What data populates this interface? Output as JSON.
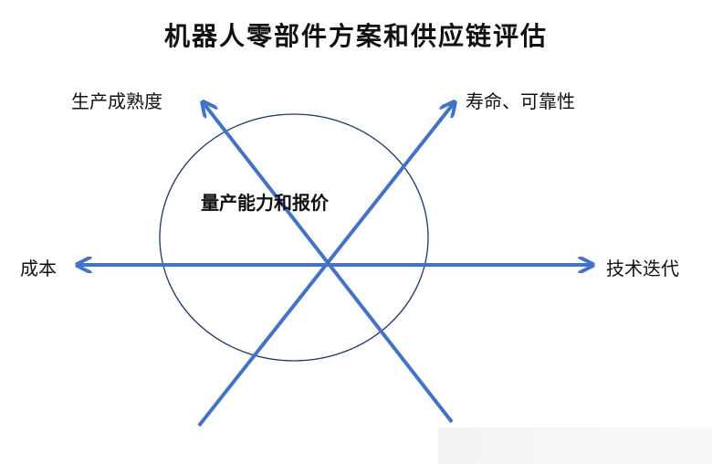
{
  "title": "机器人零部件方案和供应链评估",
  "labels": {
    "top_left": "生产成熟度",
    "top_right": "寿命、可靠性",
    "left": "成本",
    "right": "技术迭代",
    "center": "量产能力和报价"
  },
  "colors": {
    "arrow": "#4472C4",
    "ellipse": "#1F3864"
  }
}
